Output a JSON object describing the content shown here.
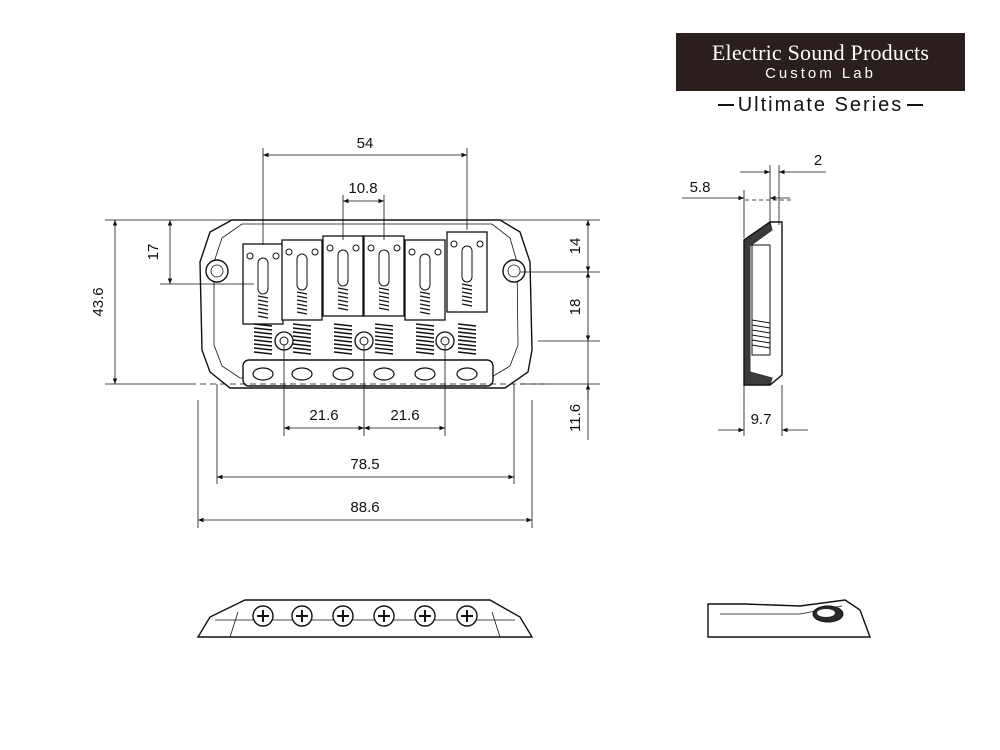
{
  "brand": {
    "title": "Electric Sound Products",
    "subtitle": "Custom Lab",
    "series": "Ultimate Series"
  },
  "dimensions": {
    "string_spread": "54",
    "saddle_spacing": "10.8",
    "mount_height": "17",
    "overall_height": "43.6",
    "top_offset": "14",
    "saddle_height": "18",
    "lower_offset": "11.6",
    "screw_spacing_left": "21.6",
    "screw_spacing_right": "21.6",
    "mount_spacing": "78.5",
    "overall_width": "88.6",
    "side_depth": "5.8",
    "side_lip": "2",
    "side_base": "9.7"
  }
}
